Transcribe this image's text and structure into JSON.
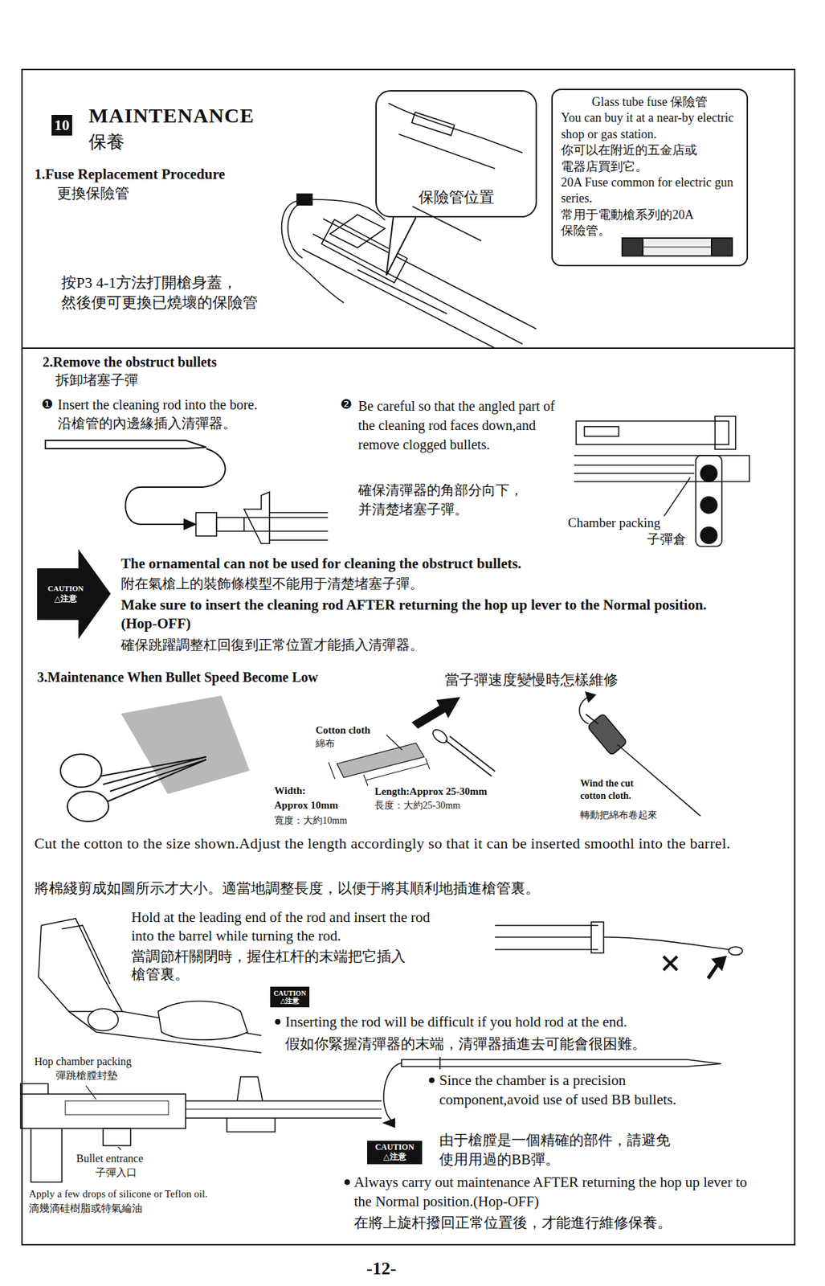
{
  "diagram": {
    "title": "MAINTENANCE",
    "nodes": [
      {
        "text": [
          "10"
        ]
      },
      {
        "text": [
          "保險管位置"
        ]
      },
      {
        "text": [
          "Glass tube fuse 保險管",
          "You can buy it at a near-by electric shop or gas station.",
          "你可以在附近的五金店或 電器店買到它。",
          "20A Fuse common for electric gun series.",
          "常用于電動槍系列的20A 保險管。"
        ]
      },
      {
        "text": [
          "CAUTION",
          "△注意"
        ]
      },
      {
        "text": [
          "CAUTION",
          "△注意"
        ]
      },
      {
        "text": [
          "CAUTION",
          "△注意"
        ]
      }
    ],
    "labels": [
      "保養",
      "1.Fuse Replacement Procedure",
      "更換保險管",
      "按P3 4-1方法打開槍身蓋， 然後便可更換已燒壞的保險管",
      "2.Remove the obstruct bullets",
      "拆卸堵塞子彈",
      "❶",
      "Insert the cleaning rod into the bore.",
      "沿槍管的內邊緣插入清彈器。",
      "❷",
      "Be careful so that the angled part of the cleaning rod faces down,and remove clogged bullets.",
      "確保清彈器的角部分向下， 并清楚堵塞子彈。",
      "Chamber packing",
      "子彈倉",
      "The ornamental can not be used for cleaning the obstruct bullets.",
      "附在氣槍上的裝飾條模型不能用于清楚堵塞子彈。",
      "Make sure to insert the cleaning rod AFTER returning the hop up lever to the Normal position.(Hop-OFF)",
      "確保跳躍調整杠回復到正常位置才能插入清彈器。",
      "3.Maintenance When Bullet Speed Become Low",
      "當子彈速度變慢時怎樣維修",
      "Cotton cloth",
      "綿布",
      "Width: Approx 10mm",
      "寬度：大約10mm",
      "Length:Approx 25-30mm",
      "長度：大約25-30mm",
      "Wind the cut cotton cloth.",
      "轉動把綿布卷起來",
      "Cut the cotton to the size shown.Adjust the length accordingly so that it can be inserted smoothl into the barrel.",
      "將棉綫剪成如圖所示才大小。適當地調整長度，以便于將其順利地插進槍管裏。",
      "Hold at the leading end of the rod and insert the rod into the barrel while turning the rod.",
      "當調節杆關閉時，握住杠杆的末端把它插入 槍管裏。",
      "Inserting the rod will be difficult if you hold rod at the end.",
      "假如你緊握清彈器的末端，清彈器插進去可能會很困難。",
      "Hop chamber packing",
      "彈跳槍膛封墊",
      "Since the chamber is a precision component,avoid use of used BB bullets.",
      "由于槍膛是一個精確的部件，請避免 使用用過的BB彈。",
      "Bullet entrance",
      "子彈入口",
      "Apply a few drops of silicone or Teflon oil.",
      "滴幾滴硅樹脂或特氣綸油",
      "Always carry out maintenance AFTER returning the hop up lever to the Normal position.(Hop-OFF)",
      "在將上旋杆撥回正常位置後，才能進行維修保養。",
      "-12-"
    ]
  }
}
